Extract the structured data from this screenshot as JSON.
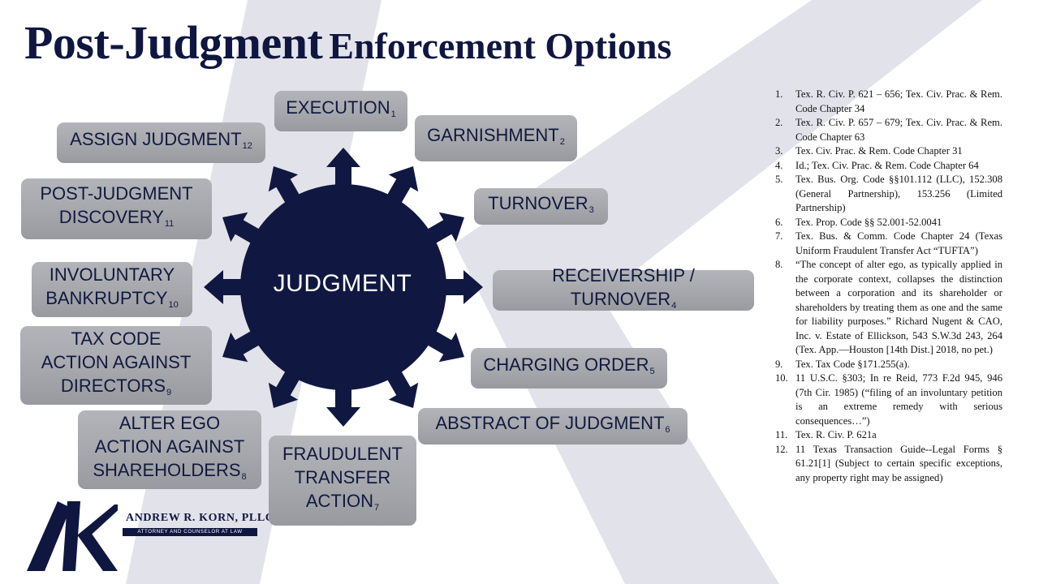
{
  "title": {
    "main": "Post-Judgment",
    "sub": "Enforcement Options"
  },
  "colors": {
    "navy": "#0f1640",
    "box_gray": "#a6a7ac",
    "watermark": "#e2e3ea"
  },
  "hub": {
    "label": "JUDGMENT"
  },
  "options": [
    {
      "label": "EXECUTION",
      "ref": "1"
    },
    {
      "label": "GARNISHMENT",
      "ref": "2"
    },
    {
      "label": "TURNOVER",
      "ref": "3"
    },
    {
      "label": "RECEIVERSHIP / TURNOVER",
      "ref": "4"
    },
    {
      "label": "CHARGING ORDER",
      "ref": "5"
    },
    {
      "label": "ABSTRACT  OF JUDGMENT",
      "ref": "6"
    },
    {
      "label": "FRAUDULENT\nTRANSFER\nACTION",
      "ref": "7"
    },
    {
      "label": "ALTER EGO\nACTION AGAINST\nSHAREHOLDERS",
      "ref": "8"
    },
    {
      "label": "TAX CODE\nACTION AGAINST\nDIRECTORS",
      "ref": "9"
    },
    {
      "label": "INVOLUNTARY\nBANKRUPTCY",
      "ref": "10"
    },
    {
      "label": "POST-JUDGMENT\nDISCOVERY",
      "ref": "11"
    },
    {
      "label": "ASSIGN JUDGMENT",
      "ref": "12"
    }
  ],
  "references": [
    {
      "num": "1.",
      "text": "Tex. R. Civ. P. 621 – 656; Tex. Civ. Prac. & Rem. Code Chapter 34"
    },
    {
      "num": "2.",
      "text": "Tex. R. Civ. P. 657 – 679; Tex. Civ. Prac. & Rem. Code Chapter 63"
    },
    {
      "num": "3.",
      "text": "Tex. Civ. Prac. & Rem. Code Chapter 31"
    },
    {
      "num": "4.",
      "text": "Id.; Tex. Civ. Prac. & Rem. Code Chapter 64"
    },
    {
      "num": "5.",
      "text": "Tex. Bus. Org. Code §§101.112 (LLC), 152.308 (General Partnership), 153.256 (Limited Partnership)"
    },
    {
      "num": "6.",
      "text": "Tex. Prop. Code §§ 52.001-52.0041"
    },
    {
      "num": "7.",
      "text": "Tex. Bus. & Comm. Code Chapter 24 (Texas Uniform Fraudulent Transfer Act “TUFTA”)"
    },
    {
      "num": "8.",
      "text": "“The concept of alter ego, as typically applied in the corporate context, collapses the distinction between a corporation and its shareholder or shareholders by treating them as one and the same for liability purposes.” Richard Nugent & CAO, Inc. v. Estate of Ellickson, 543 S.W.3d 243, 264 (Tex. App.—Houston [14th Dist.] 2018, no pet.)"
    },
    {
      "num": "9.",
      "text": "Tex. Tax Code §171.255(a)."
    },
    {
      "num": "10.",
      "text": "11 U.S.C. §303; In re Reid, 773 F.2d 945, 946 (7th Cir. 1985) (“filing of an involuntary petition is an extreme remedy with serious consequences…”)"
    },
    {
      "num": "11.",
      "text": "Tex. R. Civ. P. 621a"
    },
    {
      "num": "12.",
      "text": "11 Texas Transaction Guide--Legal Forms § 61.21[1] (Subject to certain specific exceptions, any property right may be assigned)"
    }
  ],
  "logo": {
    "firm_name": "ANDREW R. KORN, PLLC",
    "tagline": "ATTORNEY AND COUNSELOR AT LAW"
  }
}
